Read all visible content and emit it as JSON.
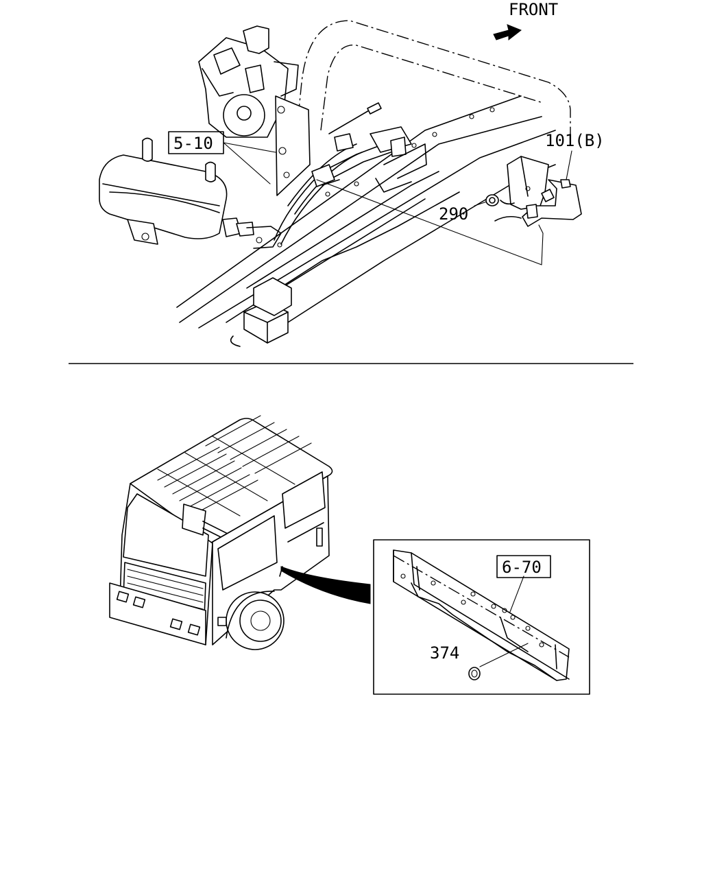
{
  "upper_view": {
    "direction_label": "FRONT",
    "callouts": {
      "ref_5_10": "5-10",
      "part_101b": "101(B)",
      "part_290": "290"
    }
  },
  "lower_view": {
    "callouts": {
      "ref_6_70": "6-70",
      "part_374": "374"
    }
  }
}
